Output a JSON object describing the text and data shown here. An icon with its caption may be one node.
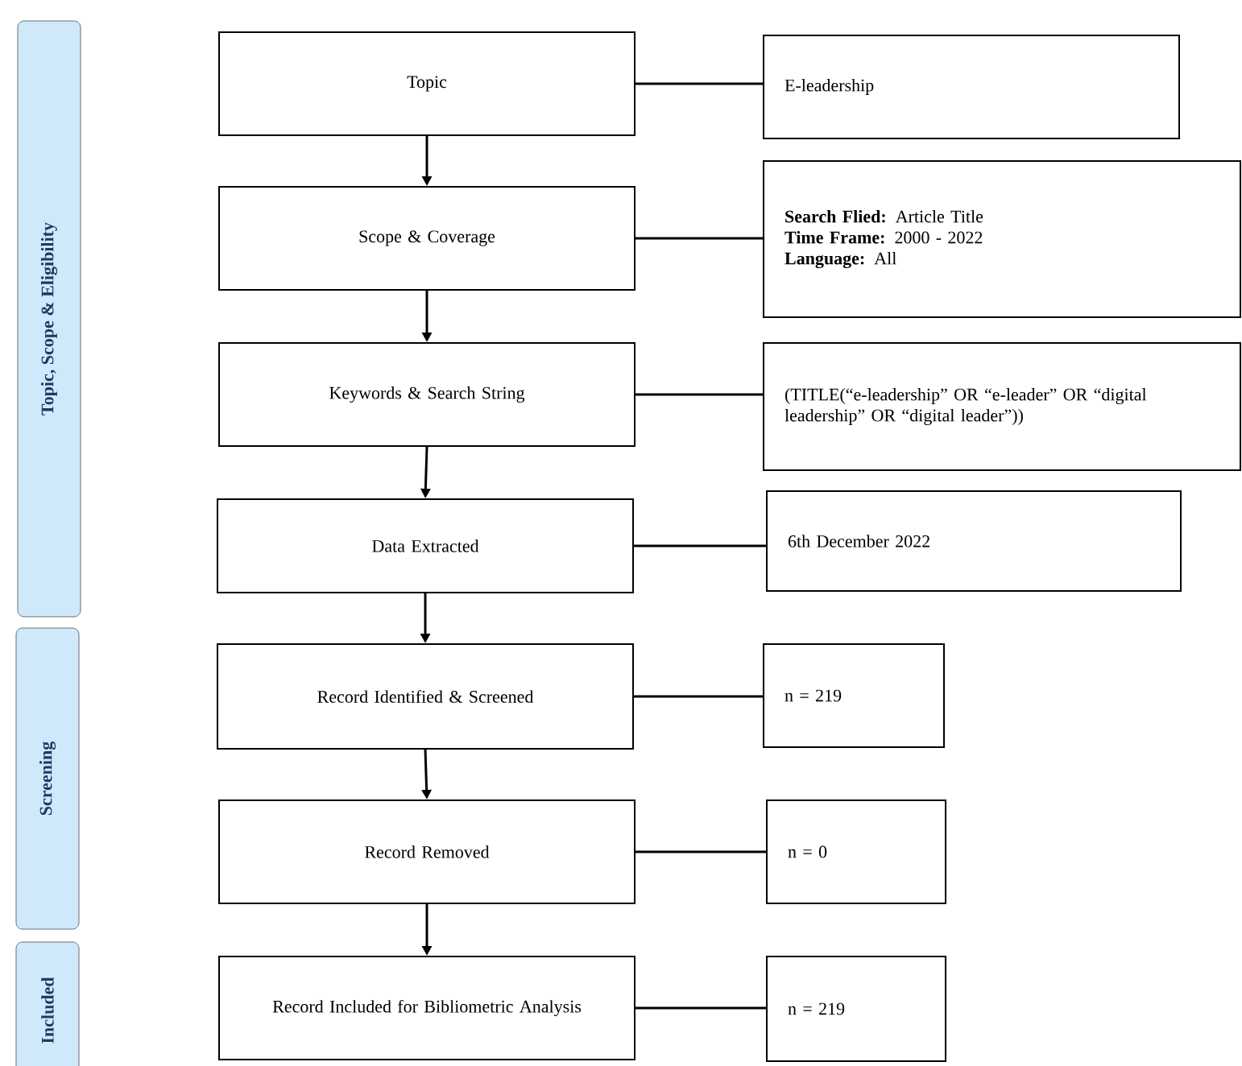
{
  "diagram": {
    "nodes": [
      {
        "text": [
          "Topic, Scope & Eligibility"
        ]
      },
      {
        "text": [
          "Screening"
        ]
      },
      {
        "text": [
          "Included"
        ]
      },
      {
        "text": [
          "Topic"
        ]
      },
      {
        "text": [
          "Scope & Coverage"
        ]
      },
      {
        "text": [
          "Keywords & Search String"
        ]
      },
      {
        "text": [
          "Data Extracted"
        ]
      },
      {
        "text": [
          "Record Identified & Screened"
        ]
      },
      {
        "text": [
          "Record Removed"
        ]
      },
      {
        "text": [
          "Record Included for Bibliometric Analysis"
        ]
      },
      {
        "text": [
          "E-leadership"
        ]
      },
      {
        "text": [
          "**Search Flied:** Article Title",
          "**Time Frame:** 2000 - 2022",
          "**Language:** All"
        ]
      },
      {
        "text": [
          "(TITLE(“e-leadership” OR “e-leader” OR “digital leadership” OR “digital leader”))"
        ]
      },
      {
        "text": [
          "6th December 2022"
        ]
      },
      {
        "text": [
          "n = 219"
        ]
      },
      {
        "text": [
          "n = 0"
        ]
      },
      {
        "text": [
          "n = 219"
        ]
      }
    ],
    "edges": [
      {
        "from": 3,
        "to": 4,
        "arrow": "to"
      },
      {
        "from": 4,
        "to": 5,
        "arrow": "to"
      },
      {
        "from": 5,
        "to": 6,
        "arrow": "to"
      },
      {
        "from": 6,
        "to": 7,
        "arrow": "to"
      },
      {
        "from": 7,
        "to": 8,
        "arrow": "to"
      },
      {
        "from": 8,
        "to": 9,
        "arrow": "to"
      },
      {
        "from": 3,
        "to": 10,
        "arrow": "none"
      },
      {
        "from": 4,
        "to": 11,
        "arrow": "none"
      },
      {
        "from": 5,
        "to": 12,
        "arrow": "none"
      },
      {
        "from": 6,
        "to": 13,
        "arrow": "none"
      },
      {
        "from": 7,
        "to": 14,
        "arrow": "none"
      },
      {
        "from": 8,
        "to": 15,
        "arrow": "none"
      },
      {
        "from": 9,
        "to": 16,
        "arrow": "none"
      }
    ]
  }
}
